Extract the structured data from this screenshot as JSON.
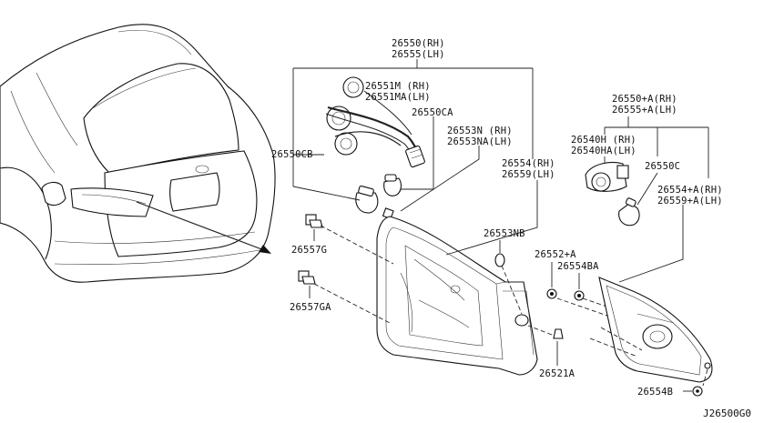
{
  "diagram": {
    "labels": {
      "p26550": "26550(RH)",
      "p26555": "26555(LH)",
      "p26551m": "26551M (RH)",
      "p26551ma": "26551MA(LH)",
      "p26550ca": "26550CA",
      "p26553n": "26553N (RH)",
      "p26553na": "26553NA(LH)",
      "p26550cb": "26550CB",
      "p26554": "26554(RH)",
      "p26559": "26559(LH)",
      "p26557g": "26557G",
      "p26557ga": "26557GA",
      "p26553nb": "26553NB",
      "p26552a": "26552+A",
      "p26554ba": "26554BA",
      "p26521a": "26521A",
      "p26554b": "26554B",
      "p26550a": "26550+A(RH)",
      "p26555a": "26555+A(LH)",
      "p26540h": "26540H (RH)",
      "p26540ha": "26540HA(LH)",
      "p26550c": "26550C",
      "p26554a": "26554+A(RH)",
      "p26559a": "26559+A(LH)"
    },
    "reference_code": "J26500G0"
  }
}
